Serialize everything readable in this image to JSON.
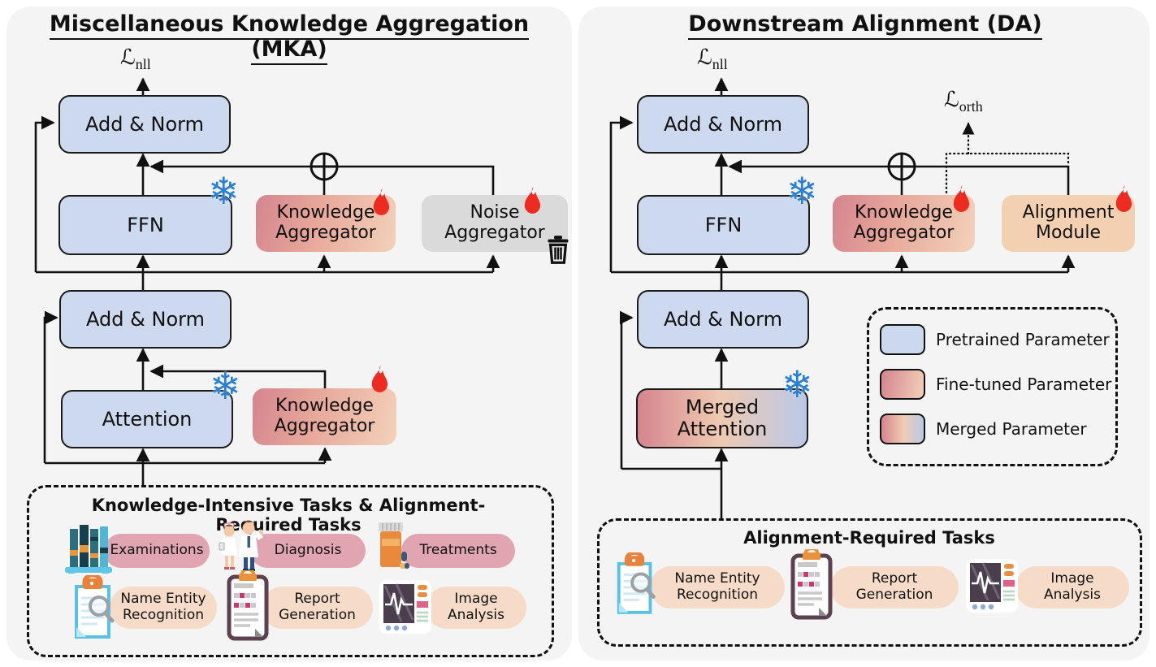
{
  "left_panel": {
    "title": "Miscellaneous Knowledge Aggregation (MKA)",
    "loss_nll": {
      "symbol": "ℒ",
      "subscript": "nll"
    },
    "boxes": {
      "add_norm_top": "Add & Norm",
      "ffn": "FFN",
      "knowledge_aggregator_ffn": "Knowledge Aggregator",
      "noise_aggregator": "Noise Aggregator",
      "add_norm_mid": "Add & Norm",
      "attention": "Attention",
      "knowledge_aggregator_attn": "Knowledge Aggregator"
    },
    "tasks": {
      "title": "Knowledge-Intensive Tasks & Alignment-Required Tasks",
      "items": [
        {
          "label": "Examinations",
          "icon": "books-icon"
        },
        {
          "label": "Diagnosis",
          "icon": "doctors-icon"
        },
        {
          "label": "Treatments",
          "icon": "medicine-bottle-icon"
        },
        {
          "label": "Name Entity Recognition",
          "icon": "document-search-icon"
        },
        {
          "label": "Report Generation",
          "icon": "report-clipboard-icon"
        },
        {
          "label": "Image Analysis",
          "icon": "monitor-waveform-icon"
        }
      ]
    }
  },
  "right_panel": {
    "title": "Downstream Alignment (DA)",
    "loss_nll": {
      "symbol": "ℒ",
      "subscript": "nll"
    },
    "loss_orth": {
      "symbol": "ℒ",
      "subscript": "orth"
    },
    "boxes": {
      "add_norm_top": "Add & Norm",
      "ffn": "FFN",
      "knowledge_aggregator": "Knowledge Aggregator",
      "alignment_module": "Alignment Module",
      "add_norm_mid": "Add & Norm",
      "merged_attention": "Merged Attention"
    },
    "legend": {
      "items": [
        {
          "label": "Pretrained Parameter",
          "swatch": "pretrained-blue"
        },
        {
          "label": "Fine-tuned Parameter",
          "swatch": "finetuned-red-peach-gradient"
        },
        {
          "label": "Merged Parameter",
          "swatch": "merged-red-blue-gradient"
        }
      ]
    },
    "tasks": {
      "title": "Alignment-Required Tasks",
      "items": [
        {
          "label": "Name Entity Recognition",
          "icon": "document-search-icon"
        },
        {
          "label": "Report Generation",
          "icon": "report-clipboard-icon"
        },
        {
          "label": "Image Analysis",
          "icon": "monitor-waveform-icon"
        }
      ]
    }
  },
  "icons": {
    "snowflake_glyph": "❄",
    "snowflake_meaning": "frozen parameters",
    "fire_meaning": "trainable parameters",
    "trash_meaning": "discarded after training",
    "circle_plus_meaning": "element-wise sum"
  },
  "colors": {
    "panel_background": "#f4f4f4",
    "pretrained_fill": "#cdd9ee",
    "finetuned_gradient": [
      "#d5848e",
      "#f3d2ba"
    ],
    "merged_gradient": [
      "#d5848e",
      "#efc9b1",
      "#bac9e8"
    ],
    "noise_fill": "#dadada",
    "alignment_fill": "#f4d0b2",
    "task_pill_pink": "#e0a5b1",
    "task_pill_peach": "#f6dcc8",
    "snowflake_blue": "#2a7fd4",
    "fire_red": "#ee2b20"
  }
}
